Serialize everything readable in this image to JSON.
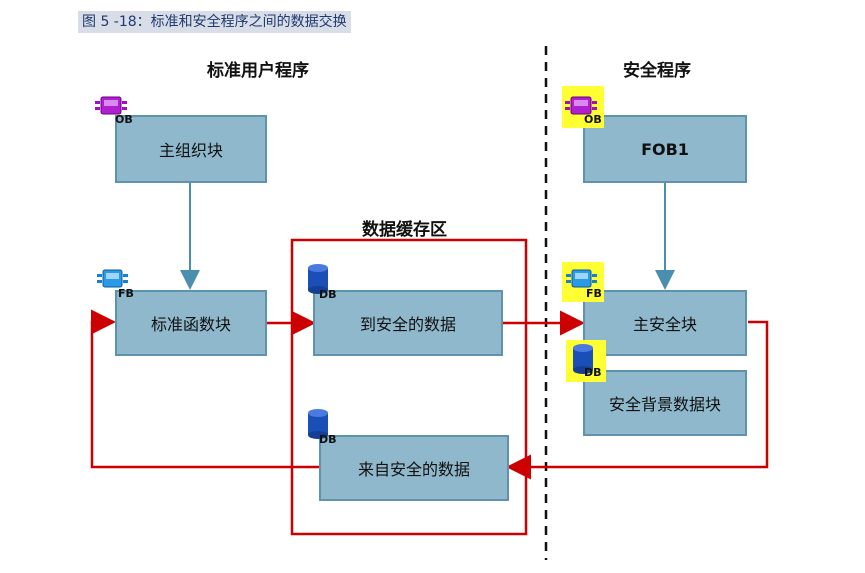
{
  "caption": "图 5 -18：标准和安全程序之间的数据交换",
  "sections": {
    "standard_title": "标准用户程序",
    "safety_title": "安全程序",
    "buffer_title": "数据缓存区"
  },
  "blocks": {
    "main_ob": "主组织块",
    "std_fb": "标准函数块",
    "to_safety": "到安全的数据",
    "from_safety": "来自安全的数据",
    "fob1": "FOB1",
    "main_safety": "主安全块",
    "safety_idb": "安全背景数据块"
  },
  "badges": {
    "ob": "OB",
    "fb": "FB",
    "db": "DB"
  },
  "colors": {
    "block_fill": "#8fb8cc",
    "block_border": "#5f93ad",
    "blue_arrow": "#4a8fb0",
    "red_flow": "#cc0000",
    "safety_icon_highlight": "#ffff33"
  }
}
